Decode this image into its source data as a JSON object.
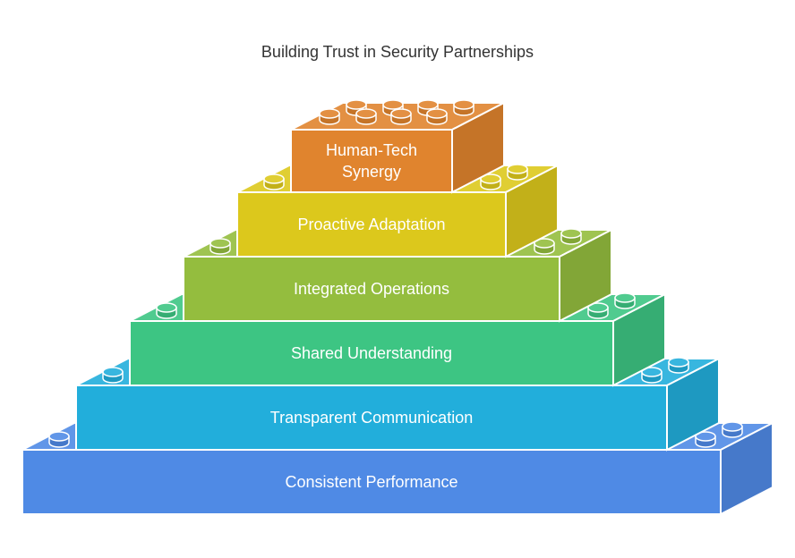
{
  "title": "Building Trust in Security Partnerships",
  "stroke_color": "#ffffff",
  "tiers": [
    {
      "label_lines": [
        "Human-Tech",
        "Synergy"
      ],
      "color": "#E0842E"
    },
    {
      "label_lines": [
        "Proactive Adaptation"
      ],
      "color": "#DCC81C"
    },
    {
      "label_lines": [
        "Integrated Operations"
      ],
      "color": "#94BD3E"
    },
    {
      "label_lines": [
        "Shared Understanding"
      ],
      "color": "#3DC583"
    },
    {
      "label_lines": [
        "Transparent Communication"
      ],
      "color": "#22AEDB"
    },
    {
      "label_lines": [
        "Consistent Performance"
      ],
      "color": "#4F8AE5"
    }
  ]
}
